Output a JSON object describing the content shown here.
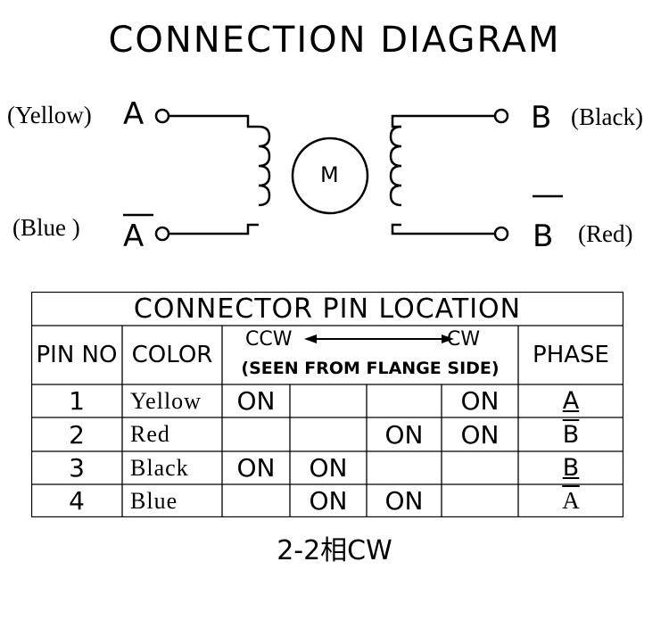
{
  "diagram": {
    "title": "CONNECTION DIAGRAM",
    "motor_label": "M",
    "left": {
      "top_wire": "(Yellow)",
      "top_pin": "A",
      "bottom_wire": "(Blue )",
      "bottom_pin": "A"
    },
    "right": {
      "top_wire": "(Black)",
      "top_pin": "B",
      "bottom_wire": "(Red)",
      "bottom_pin": "B"
    }
  },
  "table": {
    "title": "CONNECTOR PIN LOCATION",
    "headers": {
      "pin_no": "PIN NO",
      "color": "COLOR",
      "ccw": "CCW",
      "cw": "CW",
      "seen_from": "(SEEN FROM FLANGE SIDE)",
      "phase": "PHASE"
    },
    "rows": [
      {
        "pin": "1",
        "color": "Yellow",
        "steps": [
          "ON",
          "",
          "",
          "ON"
        ],
        "phase": "A"
      },
      {
        "pin": "2",
        "color": "Red",
        "steps": [
          "",
          "",
          "ON",
          "ON"
        ],
        "phase": "B"
      },
      {
        "pin": "3",
        "color": "Black",
        "steps": [
          "ON",
          "ON",
          "",
          ""
        ],
        "phase": "B"
      },
      {
        "pin": "4",
        "color": "Blue",
        "steps": [
          "",
          "ON",
          "ON",
          ""
        ],
        "phase": "A"
      }
    ]
  },
  "footer": "2-2相CW"
}
